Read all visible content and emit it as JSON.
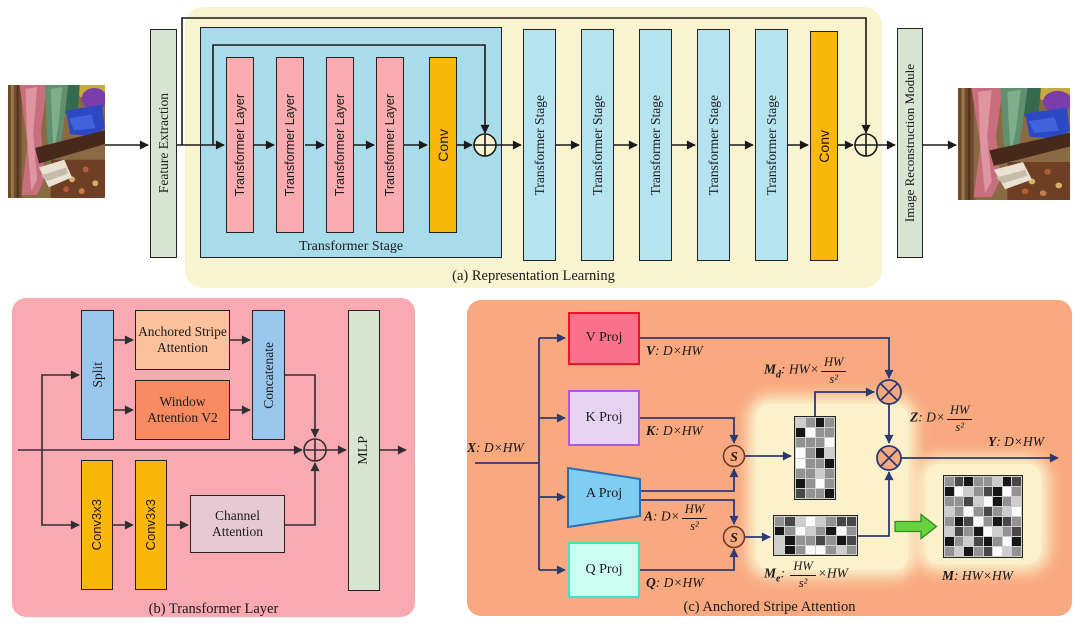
{
  "figure": {
    "type": "architecture-diagram",
    "panels": [
      "Representation Learning",
      "Transformer Layer",
      "Anchored Stripe Attention"
    ]
  },
  "colors": {
    "panel_a_bg": "#FAF3D0",
    "panel_b_bg": "#F8A9B2",
    "panel_c_bg": "#F9A97F",
    "stage_blue": "#A9DCEA",
    "stage_blue_light": "#B5E3F0",
    "layer_pink": "#F9ABAF",
    "conv_gold": "#FBB70B",
    "module_green": "#D8E5D3",
    "split_blue": "#98C6EC",
    "asa_salmon": "#FAC19C",
    "wav2_orange": "#F88B61",
    "channel_attn_pink": "#E7C9D3",
    "v_fill": "#FB7189",
    "v_border": "#F2132B",
    "k_fill": "#E6D3F4",
    "k_border": "#AE57E3",
    "a_fill": "#7FCDF3",
    "a_border": "#2E6CB4",
    "q_fill": "#CBFFF2",
    "q_border": "#3FE3C1",
    "wire_dark": "#1a1a1a",
    "wire_navy": "#2B3A72",
    "softmax_ring": "#6B3A28",
    "glow_yellow": "#FBF2CC",
    "green_arrow": "#68D33E",
    "green_arrow_border": "#2E8C20",
    "matrix_shades": {
      "k": "#161616",
      "d": "#474747",
      "g": "#929292",
      "l": "#cdcdcd",
      "w": "#fbfbfb"
    }
  },
  "panel_a": {
    "caption": "(a) Representation Learning",
    "feature_extraction_label": "Feature Extraction",
    "transformer_layer_label": "Transformer Layer",
    "conv_label": "Conv",
    "stage_caption": "Transformer Stage",
    "transformer_stage_label": "Transformer Stage",
    "image_reconstruction_label": "Image Reconstruction Module"
  },
  "panel_b": {
    "caption": "(b) Transformer Layer",
    "split_label": "Split",
    "anchored_stripe_attention_label": "Anchored Stripe Attention",
    "window_attention_label": "Window Attention V2",
    "concatenate_label": "Concatenate",
    "conv3x3_label": "Conv3x3",
    "channel_attention_label": "Channel Attention",
    "mlp_label": "MLP"
  },
  "panel_c": {
    "caption": "(c) Anchored Stripe Attention",
    "v_proj_label": "V Proj",
    "k_proj_label": "K Proj",
    "a_proj_label": "A Proj",
    "q_proj_label": "Q Proj",
    "softmax_symbol": "S",
    "labels": {
      "x": {
        "v": "X",
        "rest": ": D×HW"
      },
      "v": {
        "v": "V",
        "rest": ": D×HW"
      },
      "k": {
        "v": "K",
        "rest": ": D×HW"
      },
      "a": {
        "v": "A",
        "mid": ": D×",
        "num": "HW",
        "den": "s²"
      },
      "q": {
        "v": "Q",
        "rest": ": D×HW"
      },
      "md": {
        "v": "M",
        "sub": "d",
        "mid": ": HW×",
        "num": "HW",
        "den": "s²"
      },
      "me": {
        "v": "M",
        "sub": "e",
        "mid": ": ",
        "num": "HW",
        "den": "s²",
        "tail": "×HW"
      },
      "z": {
        "v": "Z",
        "mid": ": D×",
        "num": "HW",
        "den": "s²"
      },
      "y": {
        "v": "Y",
        "rest": ": D×HW"
      },
      "m": {
        "v": "M",
        "rest": ": HW×HW"
      }
    },
    "matrices": {
      "md": [
        "lgkg",
        "kwgg",
        "gggw",
        "wgkl",
        "wggk",
        "gglg",
        "kgwg",
        "dggk"
      ],
      "me": [
        "gdlwlgdd",
        "kgwlgkwg",
        "lkggdgkd",
        "lkgwwglg"
      ],
      "m": [
        "gdkgglkd",
        "kwlgdkwg",
        "ggdlwkgl",
        "lgwgdglw",
        "gkdwgkdg",
        "ldgkwlgd",
        "kgldkgwk",
        "glkgdwlg"
      ]
    }
  }
}
